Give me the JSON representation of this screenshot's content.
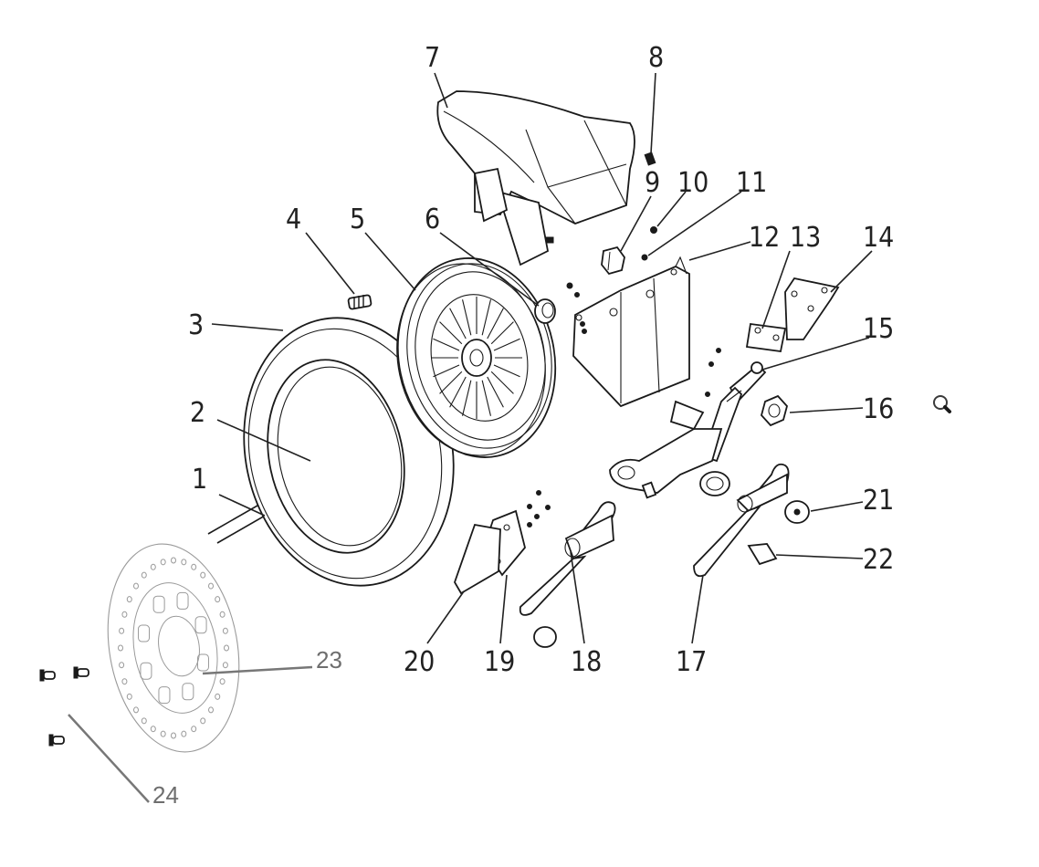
{
  "diagram": {
    "title": "Front wheel and fork exploded view",
    "callouts": [
      {
        "id": 1,
        "label": "1"
      },
      {
        "id": 2,
        "label": "2"
      },
      {
        "id": 3,
        "label": "3"
      },
      {
        "id": 4,
        "label": "4"
      },
      {
        "id": 5,
        "label": "5"
      },
      {
        "id": 6,
        "label": "6"
      },
      {
        "id": 7,
        "label": "7"
      },
      {
        "id": 8,
        "label": "8"
      },
      {
        "id": 9,
        "label": "9"
      },
      {
        "id": 10,
        "label": "10"
      },
      {
        "id": 11,
        "label": "11"
      },
      {
        "id": 12,
        "label": "12"
      },
      {
        "id": 13,
        "label": "13"
      },
      {
        "id": 14,
        "label": "14"
      },
      {
        "id": 15,
        "label": "15"
      },
      {
        "id": 16,
        "label": "16"
      },
      {
        "id": 17,
        "label": "17"
      },
      {
        "id": 18,
        "label": "18"
      },
      {
        "id": 19,
        "label": "19"
      },
      {
        "id": 20,
        "label": "20"
      },
      {
        "id": 21,
        "label": "21"
      },
      {
        "id": 22,
        "label": "22"
      },
      {
        "id": 23,
        "label": "23"
      },
      {
        "id": 24,
        "label": "24"
      }
    ]
  },
  "controls": {
    "zoom_icon": "magnifier-icon"
  }
}
